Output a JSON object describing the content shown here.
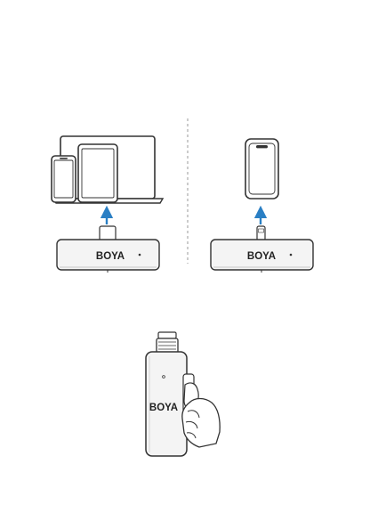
{
  "receiver_left": {
    "brand": "BOYA",
    "connector": "usb-c"
  },
  "receiver_right": {
    "brand": "BOYA",
    "connector": "lightning"
  },
  "transmitter": {
    "brand": "BOYA"
  },
  "colors": {
    "arrow": "#2a7fc4",
    "outline": "#333333",
    "device_fill": "#f4f4f4"
  },
  "icons": [
    "laptop-icon",
    "tablet-icon",
    "phone-icon",
    "upload-arrow-icon",
    "hand-icon"
  ]
}
